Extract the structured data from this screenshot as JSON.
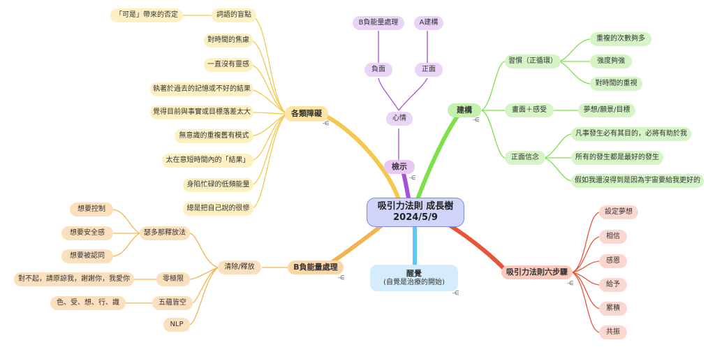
{
  "root": {
    "line1": "吸引力法則 成長樹",
    "line2": "2024/5/9"
  },
  "collapse_glyph": "-∈",
  "colors": {
    "yellow": "#f3c84b",
    "orange": "#f2b453",
    "purple": "#a64fd9",
    "green": "#7ee04a",
    "red": "#e8543a",
    "blue": "#5fc8f2"
  },
  "obstacles": {
    "label": "各類障礙",
    "items": [
      {
        "label": "詞語的盲點",
        "child": "「可是」帶來的否定"
      },
      {
        "label": "對時間的焦慮"
      },
      {
        "label": "一直沒有靈感"
      },
      {
        "label": "執著於過去的記憶或不好的結果"
      },
      {
        "label": "覺得目前與事實或目標落差太大"
      },
      {
        "label": "無意識的重複舊有模式"
      },
      {
        "label": "太在意短時間內的「結果」"
      },
      {
        "label": "身陷忙碌的低頻能量"
      },
      {
        "label": "總是把自己說的很慘"
      }
    ]
  },
  "review": {
    "label": "檢示",
    "feeling": "心情",
    "negative": "負面",
    "positive": "正面",
    "neg_child": "B負能量處理",
    "pos_child": "A建構"
  },
  "build": {
    "label": "建構",
    "habit": {
      "label": "習慣（正循環）",
      "children": [
        "重複的次數夠多",
        "強度夠強",
        "對時間的重視"
      ]
    },
    "image": {
      "label": "畫面＋感受",
      "children": [
        "夢想/願景/目標"
      ]
    },
    "belief": {
      "label": "正面信念",
      "children": [
        "凡事發生必有其目的，必將有助於我",
        "所有的發生都是最好的發生",
        "假如我還沒得到是因為宇宙要給我更好的"
      ]
    }
  },
  "negative_energy": {
    "label": "B負能量處理",
    "clear": "清除/釋放",
    "sedona": {
      "label": "瑟多那釋放法",
      "children": [
        "想要控制",
        "想要安全感",
        "想要被認同"
      ]
    },
    "zero": {
      "label": "零極限",
      "child": "對不起，請原諒我，謝謝你，我愛你"
    },
    "skandha": {
      "label": "五蘊皆空",
      "child": "色、受、想、行、識"
    },
    "nlp": {
      "label": "NLP"
    }
  },
  "awaken": {
    "line1": "醒覺",
    "line2": "(自覺是治療的開始)"
  },
  "six_steps": {
    "label": "吸引力法則六步驟",
    "items": [
      "設定夢想",
      "相信",
      "感恩",
      "給予",
      "累積",
      "共振"
    ]
  }
}
